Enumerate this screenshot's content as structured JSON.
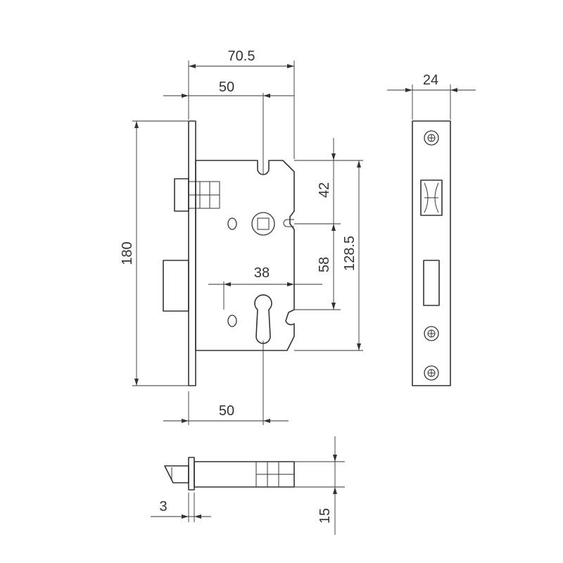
{
  "drawing": {
    "subject": "mortice-sashlock-technical-drawing",
    "line_color": "#333333",
    "background": "#ffffff"
  },
  "dimensions": {
    "backset_total": "70.5",
    "backset_top": "50",
    "faceplate_height": "180",
    "spindle_to_top": "42",
    "centres": "58",
    "case_height": "128.5",
    "cylinder_width": "38",
    "backset_bottom": "50",
    "faceplate_width": "24",
    "latch_projection": "3",
    "bolt_height": "15"
  }
}
